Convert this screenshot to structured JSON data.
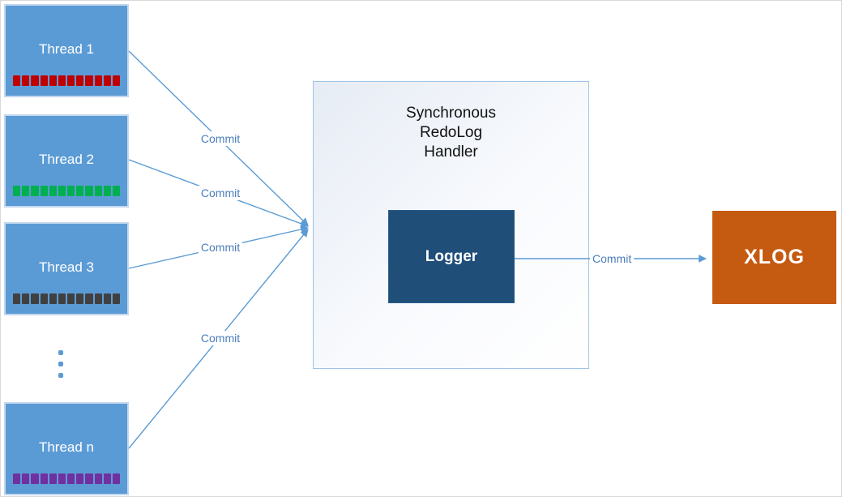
{
  "colors": {
    "thread-fill": "#5B9BD5",
    "thread-border": "#C3D8EE",
    "logger-fill": "#1F4E79",
    "xlog-fill": "#C55A11",
    "line-color": "#5B9BD5",
    "commit-text": "#4A7EBB",
    "handler-border": "#9DC3E6"
  },
  "threads": [
    {
      "label": "Thread 1",
      "bar_color": "#C00000"
    },
    {
      "label": "Thread 2",
      "bar_color": "#00B050"
    },
    {
      "label": "Thread 3",
      "bar_color": "#404040"
    },
    {
      "label": "Thread n",
      "bar_color": "#7030A0"
    }
  ],
  "bar": {
    "segments": 12
  },
  "handler": {
    "line1": "Synchronous",
    "line2": "RedoLog",
    "line3": "Handler"
  },
  "logger": {
    "label": "Logger"
  },
  "xlog": {
    "label": "XLOG"
  },
  "labels": {
    "commit": "Commit"
  }
}
